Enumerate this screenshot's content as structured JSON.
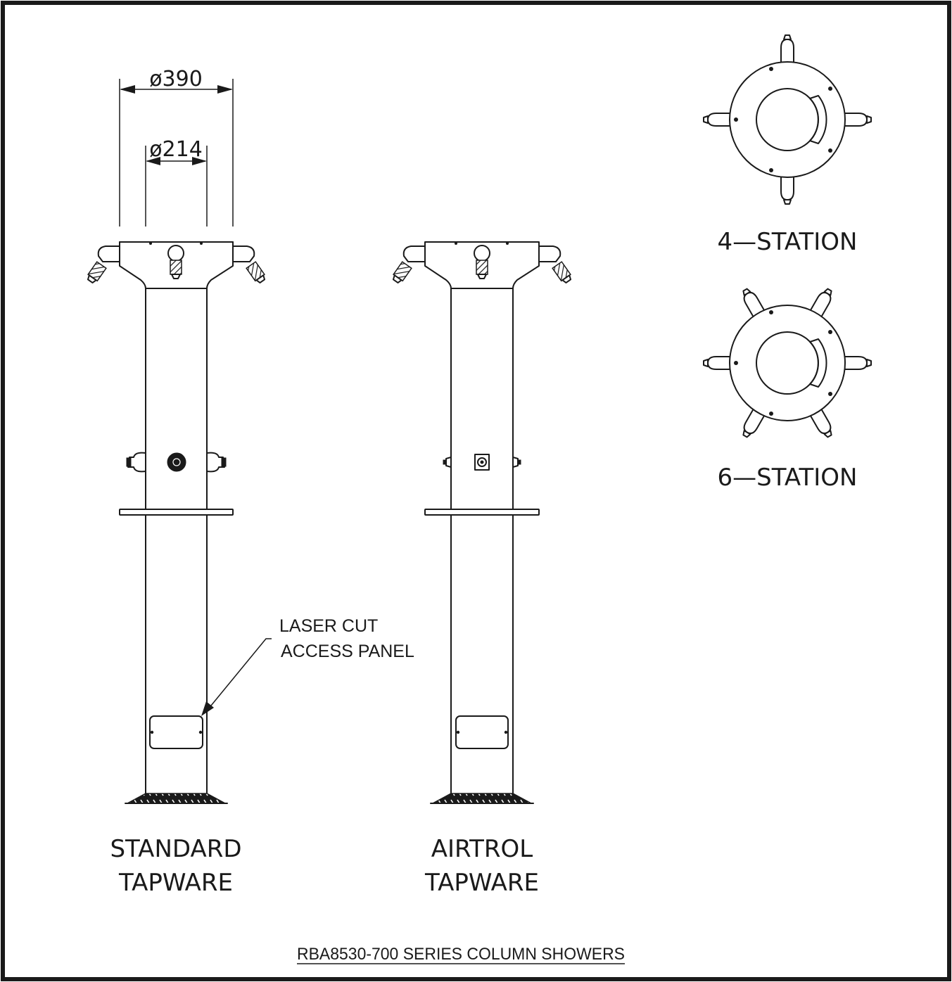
{
  "dimensions": {
    "outer_diameter": "ø390",
    "inner_diameter": "ø214"
  },
  "callout": {
    "line1": "LASER CUT",
    "line2": "ACCESS PANEL"
  },
  "views": {
    "standard": {
      "line1": "STANDARD",
      "line2": "TAPWARE"
    },
    "airtrol": {
      "line1": "AIRTROL",
      "line2": "TAPWARE"
    },
    "four_station": "4—STATION",
    "six_station": "6—STATION"
  },
  "drawing_title": "RBA8530-700 SERIES COLUMN SHOWERS",
  "colors": {
    "line": "#1a1a1a",
    "background": "#ffffff"
  }
}
